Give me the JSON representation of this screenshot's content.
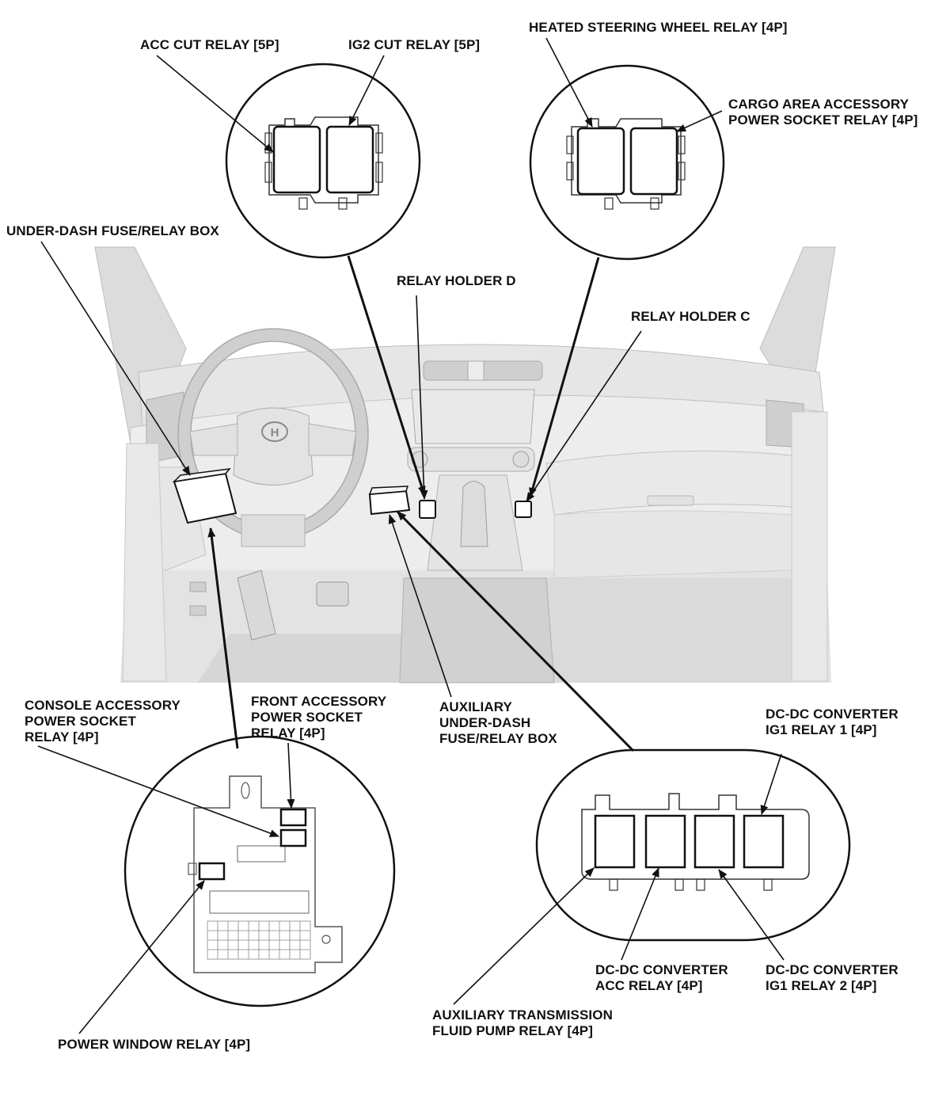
{
  "labels": {
    "acc_cut_relay": "ACC CUT RELAY [5P]",
    "ig2_cut_relay": "IG2 CUT RELAY [5P]",
    "heated_steering_wheel_relay": "HEATED STEERING WHEEL RELAY [4P]",
    "cargo_area_relay": [
      "CARGO AREA ACCESSORY",
      "POWER SOCKET RELAY [4P]"
    ],
    "under_dash_box": "UNDER-DASH FUSE/RELAY BOX",
    "relay_holder_d": "RELAY HOLDER D",
    "relay_holder_c": "RELAY HOLDER C",
    "console_relay": [
      "CONSOLE ACCESSORY",
      "POWER SOCKET",
      "RELAY [4P]"
    ],
    "front_relay": [
      "FRONT ACCESSORY",
      "POWER SOCKET",
      "RELAY [4P]"
    ],
    "aux_box": [
      "AUXILIARY",
      "UNDER-DASH",
      "FUSE/RELAY BOX"
    ],
    "dcdc_ig1_relay_1": [
      "DC-DC CONVERTER",
      "IG1 RELAY 1 [4P]"
    ],
    "dcdc_acc_relay": [
      "DC-DC CONVERTER",
      "ACC RELAY [4P]"
    ],
    "dcdc_ig1_relay_2": [
      "DC-DC CONVERTER",
      "IG1 RELAY 2 [4P]"
    ],
    "aux_trans_pump_relay": [
      "AUXILIARY TRANSMISSION",
      "FLUID PUMP RELAY [4P]"
    ],
    "power_window_relay": "POWER WINDOW RELAY [4P]"
  },
  "logo_text": "H"
}
